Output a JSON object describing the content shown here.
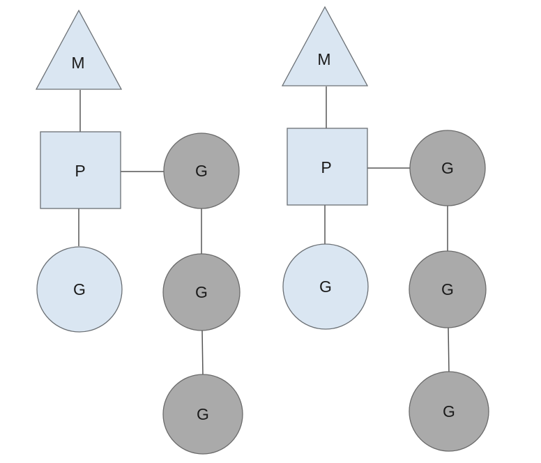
{
  "colors": {
    "light_fill": "#dae6f2",
    "dark_fill": "#aaaaaa",
    "stroke": "#6a6f74",
    "edge": "#555555"
  },
  "diagrams": [
    {
      "nodes": {
        "m": {
          "label": "M",
          "shape": "triangle"
        },
        "p": {
          "label": "P",
          "shape": "square"
        },
        "g_running": {
          "label": "G",
          "shape": "circle"
        },
        "g_queue_1": {
          "label": "G",
          "shape": "circle"
        },
        "g_queue_2": {
          "label": "G",
          "shape": "circle"
        },
        "g_queue_3": {
          "label": "G",
          "shape": "circle"
        }
      },
      "edges": [
        [
          "m",
          "p"
        ],
        [
          "p",
          "g_running"
        ],
        [
          "p",
          "g_queue_1"
        ],
        [
          "g_queue_1",
          "g_queue_2"
        ],
        [
          "g_queue_2",
          "g_queue_3"
        ]
      ]
    },
    {
      "nodes": {
        "m": {
          "label": "M",
          "shape": "triangle"
        },
        "p": {
          "label": "P",
          "shape": "square"
        },
        "g_running": {
          "label": "G",
          "shape": "circle"
        },
        "g_queue_1": {
          "label": "G",
          "shape": "circle"
        },
        "g_queue_2": {
          "label": "G",
          "shape": "circle"
        },
        "g_queue_3": {
          "label": "G",
          "shape": "circle"
        }
      },
      "edges": [
        [
          "m",
          "p"
        ],
        [
          "p",
          "g_running"
        ],
        [
          "p",
          "g_queue_1"
        ],
        [
          "g_queue_1",
          "g_queue_2"
        ],
        [
          "g_queue_2",
          "g_queue_3"
        ]
      ]
    }
  ]
}
